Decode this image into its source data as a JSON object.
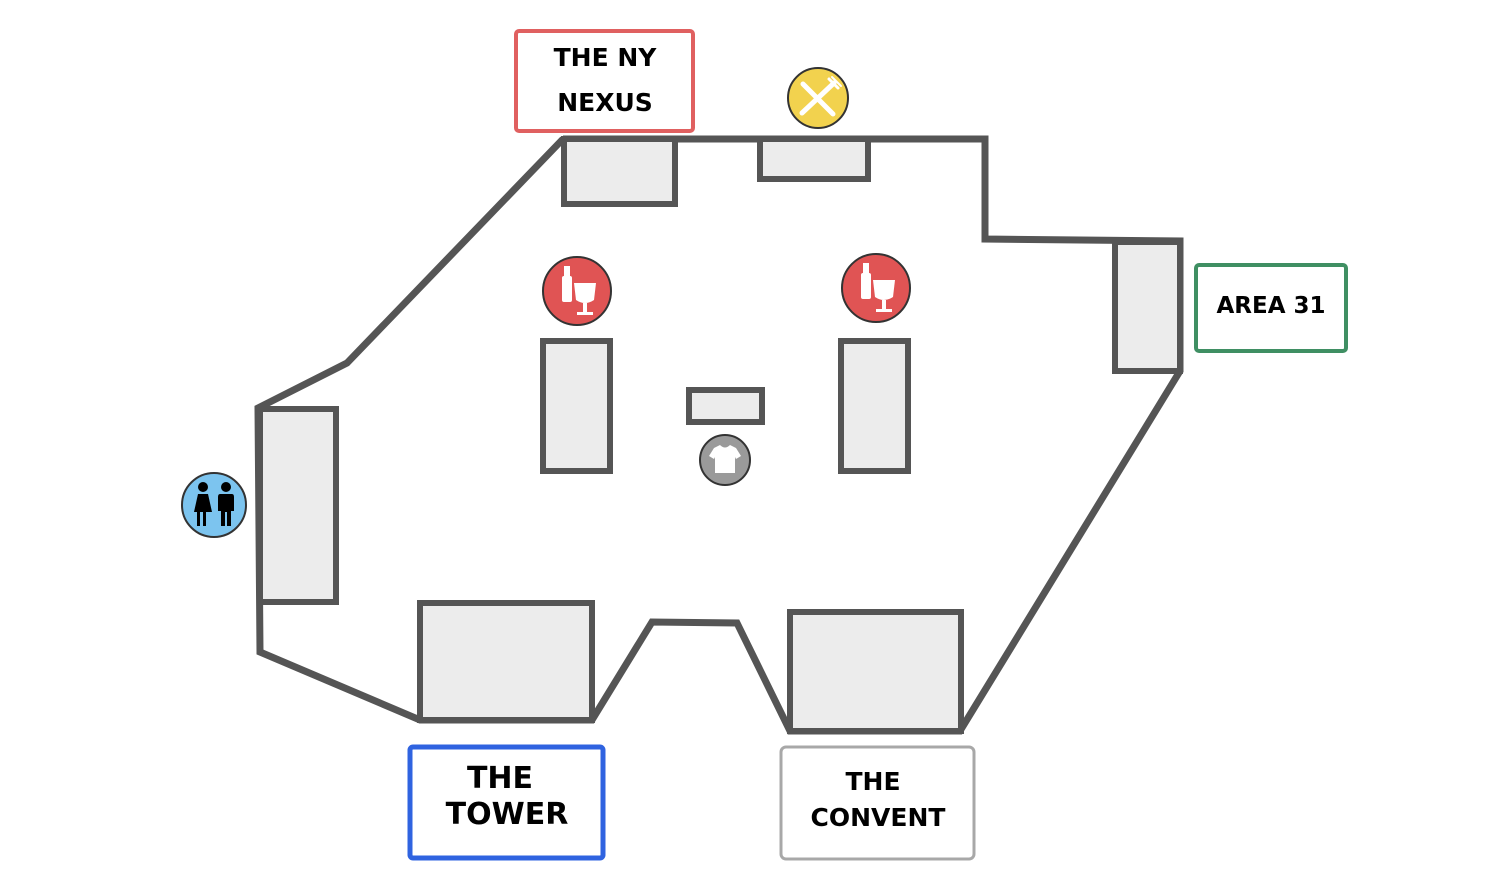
{
  "colors": {
    "wall": "#555555",
    "stage_fill": "#ececec",
    "nexus_border": "#e06060",
    "area31_border": "#3f8f63",
    "tower_border": "#2f63e0",
    "convent_border": "#a8a8a8",
    "food_icon": "#f2d24e",
    "bar_icon": "#e05454",
    "merch_icon": "#9a9a9a",
    "restroom_icon": "#7cc4ef"
  },
  "stages": {
    "nexus": {
      "line1": "THE NY",
      "line2": "NEXUS"
    },
    "area31": {
      "line1": "AREA 31"
    },
    "tower": {
      "line1": "THE",
      "line2": "TOWER"
    },
    "convent": {
      "line1": "THE",
      "line2": "CONVENT"
    }
  },
  "icons": {
    "food": "fork-knife-icon",
    "bar": "bottle-glass-icon",
    "merch": "t-shirt-icon",
    "restroom": "restroom-icon"
  }
}
